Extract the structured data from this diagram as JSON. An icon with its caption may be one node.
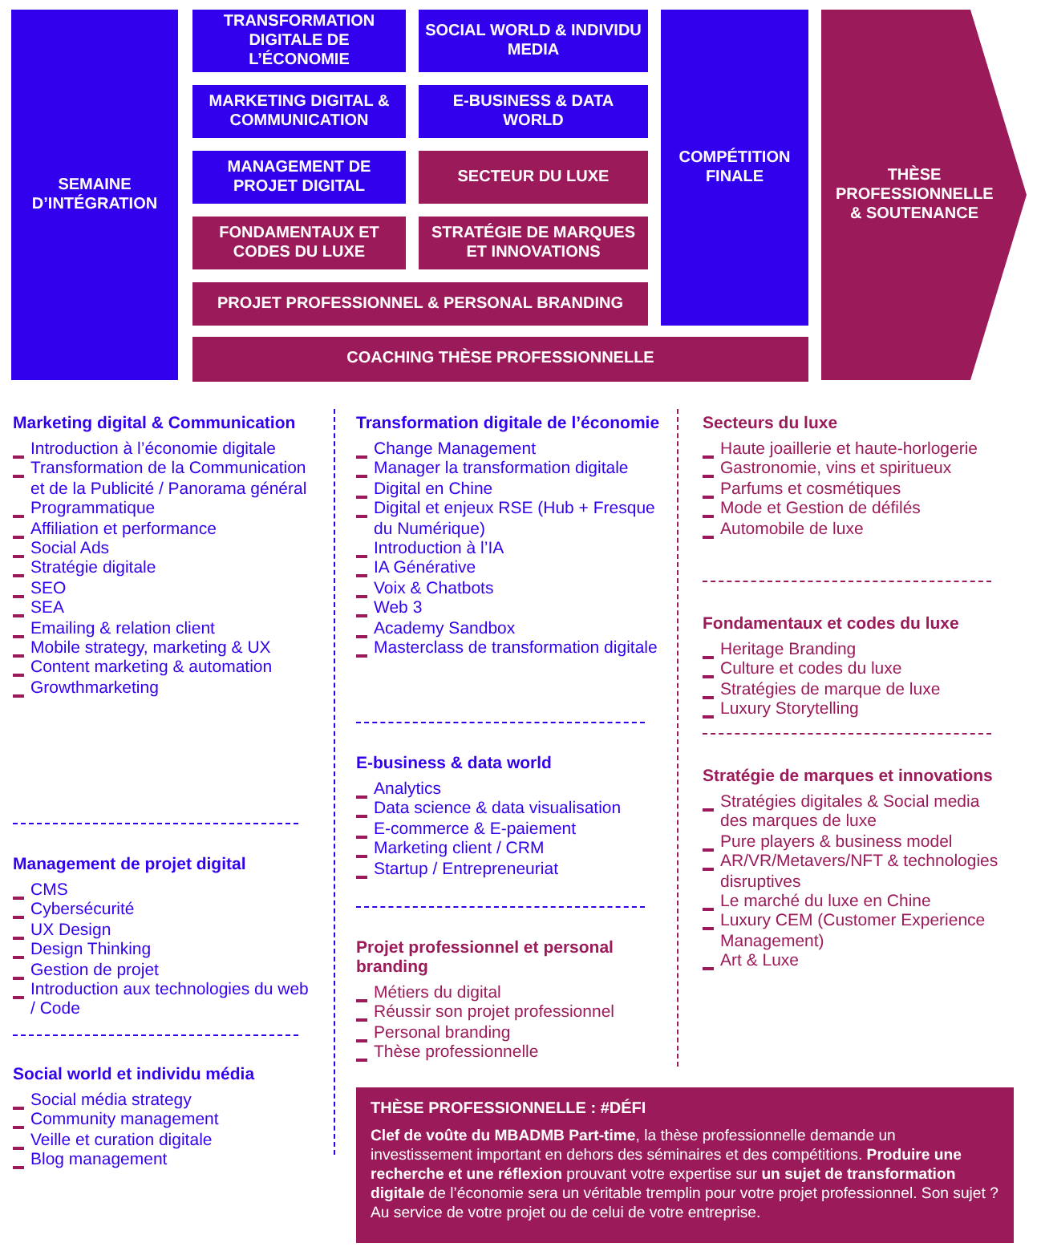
{
  "diagram": {
    "nodes": [
      {
        "text": [
          "SEMAINE D’INTÉGRATION"
        ]
      },
      {
        "text": [
          "TRANSFORMATION DIGITALE DE L’ÉCONOMIE"
        ]
      },
      {
        "text": [
          "SOCIAL WORLD & INDIVIDU MEDIA"
        ]
      },
      {
        "text": [
          "MARKETING DIGITAL & COMMUNICATION"
        ]
      },
      {
        "text": [
          "E-BUSINESS & DATA WORLD"
        ]
      },
      {
        "text": [
          "MANAGEMENT DE PROJET DIGITAL"
        ]
      },
      {
        "text": [
          "SECTEUR DU LUXE"
        ]
      },
      {
        "text": [
          "FONDAMENTAUX ET CODES DU LUXE"
        ]
      },
      {
        "text": [
          "STRATÉGIE DE MARQUES ET INNOVATIONS"
        ]
      },
      {
        "text": [
          "PROJET PROFESSIONNEL & PERSONAL BRANDING"
        ]
      },
      {
        "text": [
          "COMPÉTITION FINALE"
        ]
      },
      {
        "text": [
          "THÈSE PROFESSIONNELLE & SOUTENANCE"
        ]
      },
      {
        "text": [
          "COACHING THÈSE PROFESSIONNELLE"
        ]
      },
      {
        "text": [
          "Marketing digital & Communication",
          "Introduction à l’économie digitale",
          "Transformation de la Communication et de la Publicité / Panorama général",
          "Programmatique",
          "Affiliation et performance",
          "Social Ads",
          "Stratégie digitale",
          "SEO",
          "SEA",
          "Emailing & relation client",
          "Mobile strategy, marketing & UX",
          "Content marketing & automation",
          "Growthmarketing"
        ]
      },
      {
        "text": [
          "Management de projet digital",
          "CMS",
          "Cybersécurité",
          "UX Design",
          "Design Thinking",
          "Gestion de projet",
          "Introduction aux technologies du web / Code"
        ]
      },
      {
        "text": [
          "Social world et individu média",
          "Social média strategy",
          "Community management",
          "Veille et curation digitale",
          "Blog management"
        ]
      },
      {
        "text": [
          "Transformation digitale de l’économie",
          "Change Management",
          "Manager la transformation digitale",
          "Digital en Chine",
          "Digital et enjeux RSE (Hub + Fresque du Numérique)",
          "Introduction à l’IA",
          "IA Générative",
          "Voix & Chatbots",
          "Web 3",
          "Academy Sandbox",
          "Masterclass de transformation digitale"
        ]
      },
      {
        "text": [
          "E-business & data world",
          "Analytics",
          "Data science & data visualisation",
          "E-commerce & E-paiement",
          "Marketing client / CRM",
          "Startup / Entrepreneuriat"
        ]
      },
      {
        "text": [
          "Projet professionnel et personal branding",
          "Métiers du digital",
          "Réussir son projet professionnel",
          "Personal branding",
          "Thèse professionnelle"
        ]
      },
      {
        "text": [
          "Secteurs du luxe",
          "Haute joaillerie et haute-horlogerie",
          "Gastronomie, vins et spiritueux",
          "Parfums et cosmétiques",
          "Mode et Gestion de défilés",
          "Automobile de luxe"
        ]
      },
      {
        "text": [
          "Fondamentaux et codes du luxe",
          "Heritage Branding",
          "Culture et codes du luxe",
          "Stratégies de marque de luxe",
          "Luxury Storytelling"
        ]
      },
      {
        "text": [
          "Stratégie de marques et innovations",
          "Stratégies digitales & Social media des marques de luxe",
          "Pure players & business model",
          "AR/VR/Metavers/NFT & technologies disruptives",
          "Le marché du luxe en Chine",
          "Luxury CEM (Customer Experience Management)",
          "Art & Luxe"
        ]
      },
      {
        "text": [
          "THÈSE PROFESSIONNELLE : #DÉFI",
          "**Clef de voûte du MBADMB Part-time**, la thèse professionnelle demande un investissement important en dehors des séminaires et des compétitions. **Produire une recherche et une réflexion** prouvant votre expertise sur **un sujet de transformation digitale** de l’économie sera un véritable tremplin pour votre projet professionnel. Son sujet ? Au service de votre projet ou de celui de votre entreprise."
        ]
      }
    ]
  }
}
